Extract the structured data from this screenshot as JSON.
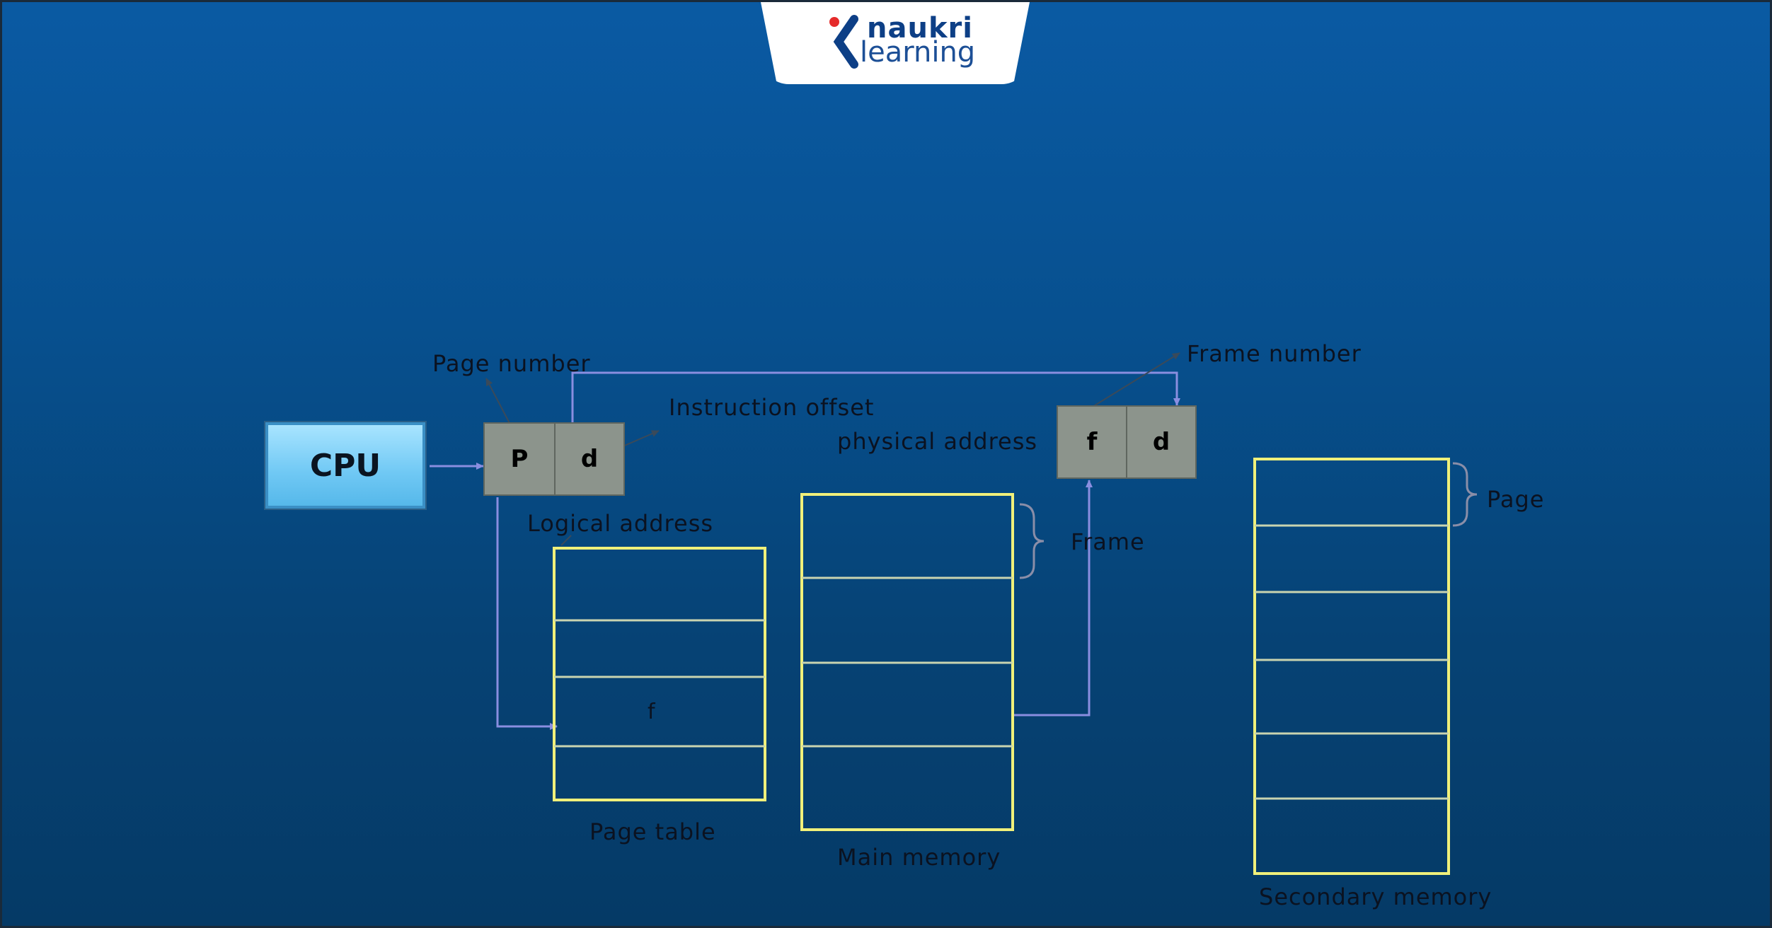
{
  "logo": {
    "brand_top": "naukri",
    "brand_bottom": "learning"
  },
  "colors": {
    "background": "#07508f",
    "memory_outline": "#f0f07a",
    "arrow": "#8a8ee0",
    "cell_fill": "#8c948c",
    "cpu_fill": "#6fc8f4"
  },
  "diagram": {
    "cpu_label": "CPU",
    "logical_address": {
      "cells": [
        "P",
        "d"
      ],
      "label": "Logical address"
    },
    "physical_address": {
      "cells": [
        "f",
        "d"
      ],
      "label": "physical address"
    },
    "labels": {
      "page_number": "Page number",
      "instruction_offset": "Instruction offset",
      "frame_number": "Frame number",
      "frame": "Frame",
      "page": "Page"
    },
    "page_table": {
      "label": "Page table",
      "entry": "f"
    },
    "main_memory": {
      "label": "Main memory"
    },
    "secondary_memory": {
      "label": "Secondary memory"
    }
  }
}
